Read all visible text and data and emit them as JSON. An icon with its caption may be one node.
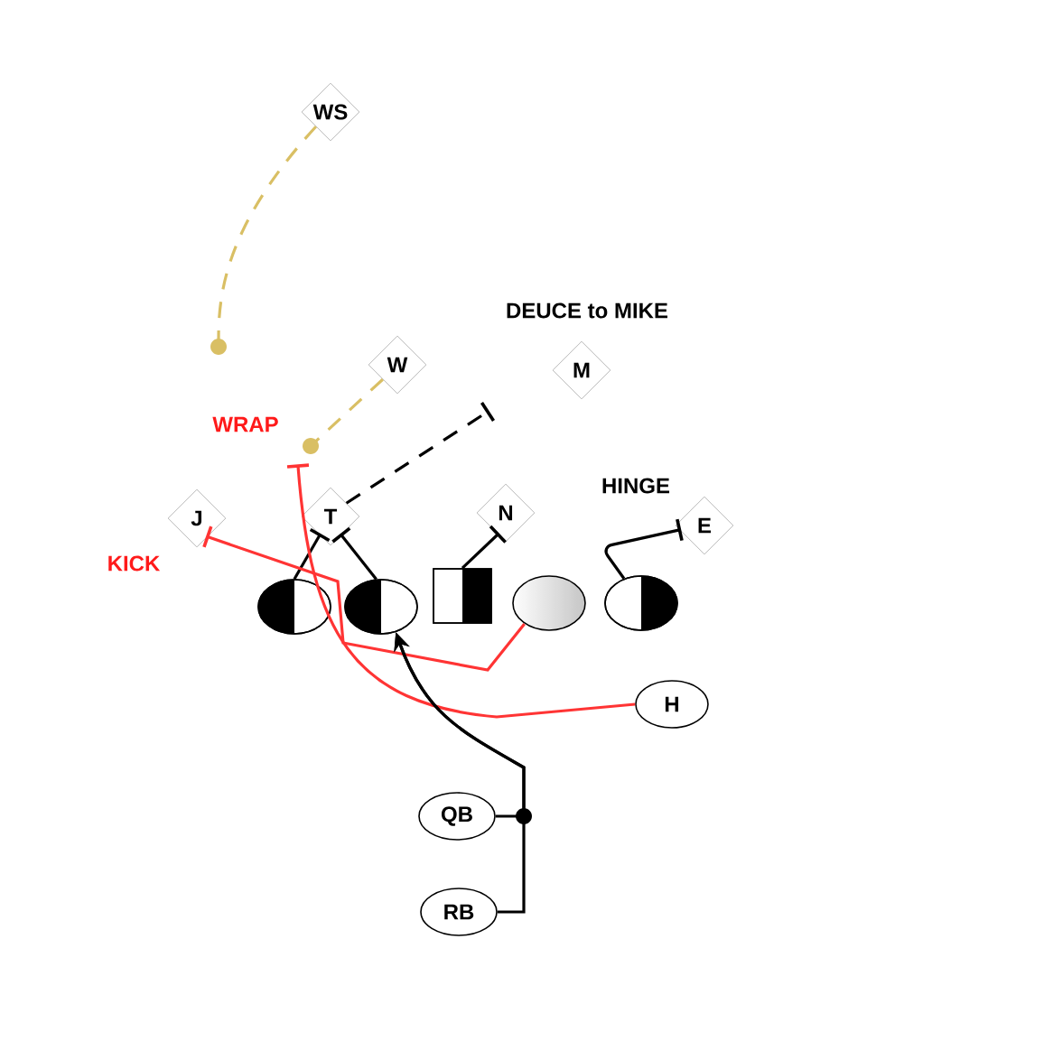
{
  "diagram": {
    "nodes": [
      {
        "text": [
          "WS"
        ]
      },
      {
        "text": [
          "W"
        ]
      },
      {
        "text": [
          "M"
        ]
      },
      {
        "text": [
          "J"
        ]
      },
      {
        "text": [
          "T"
        ]
      },
      {
        "text": [
          "N"
        ]
      },
      {
        "text": [
          "E"
        ]
      },
      {
        "text": [],
        "shape": "ellipse"
      },
      {
        "text": [],
        "shape": "ellipse"
      },
      {
        "text": [],
        "shape": "box"
      },
      {
        "text": [],
        "shape": "ellipse"
      },
      {
        "text": [],
        "shape": "ellipse"
      },
      {
        "text": [
          "H"
        ]
      },
      {
        "text": [
          "QB"
        ]
      },
      {
        "text": [
          "RB"
        ]
      }
    ],
    "edges": [
      {
        "from": 0,
        "to": null,
        "arrow": "other",
        "style": "dashed",
        "color": "#d9a94e"
      },
      {
        "from": 1,
        "to": null,
        "arrow": "other",
        "style": "dashed",
        "color": "#d9a94e"
      },
      {
        "from": 4,
        "to": null,
        "arrow": "other",
        "style": "dashed"
      },
      {
        "from": 7,
        "to": 4,
        "arrow": "other"
      },
      {
        "from": 8,
        "to": 4,
        "arrow": "other"
      },
      {
        "from": 9,
        "to": 5,
        "arrow": "other"
      },
      {
        "from": 11,
        "to": 6,
        "arrow": "other"
      },
      {
        "from": 12,
        "to": null,
        "arrow": "other",
        "color": "#ff1a1a"
      },
      {
        "from": 10,
        "to": 3,
        "arrow": "other",
        "color": "#ff1a1a"
      },
      {
        "from": 13,
        "to": 8,
        "arrow": "to"
      },
      {
        "from": 14,
        "to": 8,
        "arrow": "to"
      }
    ],
    "labels": [
      "DEUCE to MIKE",
      "WRAP",
      "HINGE",
      "KICK"
    ]
  }
}
